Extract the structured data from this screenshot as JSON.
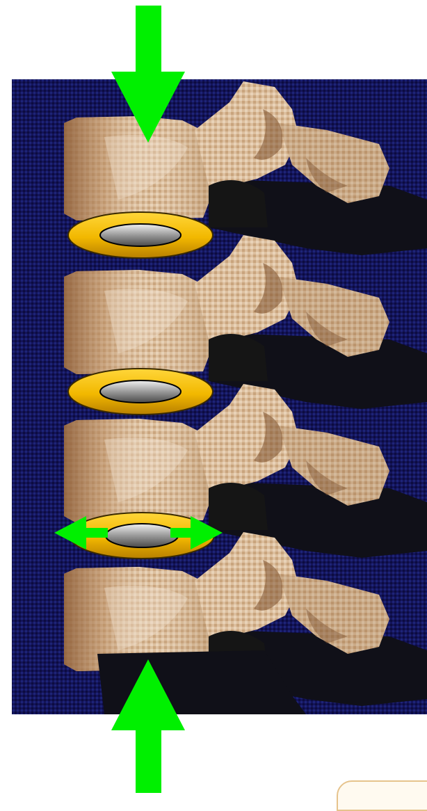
{
  "diagram": {
    "kind": "lumbar spine segment under axial compression",
    "colors": {
      "background_panel": "#14145a",
      "bone": "#d8b998",
      "bone_shadow": "#7d5230",
      "disc_ring": "#f2b800",
      "disc_nucleus": "#8a8a8a",
      "arrow": "#00f000",
      "posterior_shadow": "#101018"
    },
    "vertebrae_count": 4,
    "discs_count": 3,
    "bulging_disc_index": 2,
    "force_arrows": [
      "compression-top-arrow",
      "compression-bottom-arrow"
    ],
    "bulge_arrows": [
      "bulge-left-arrow",
      "bulge-right-arrow"
    ]
  }
}
